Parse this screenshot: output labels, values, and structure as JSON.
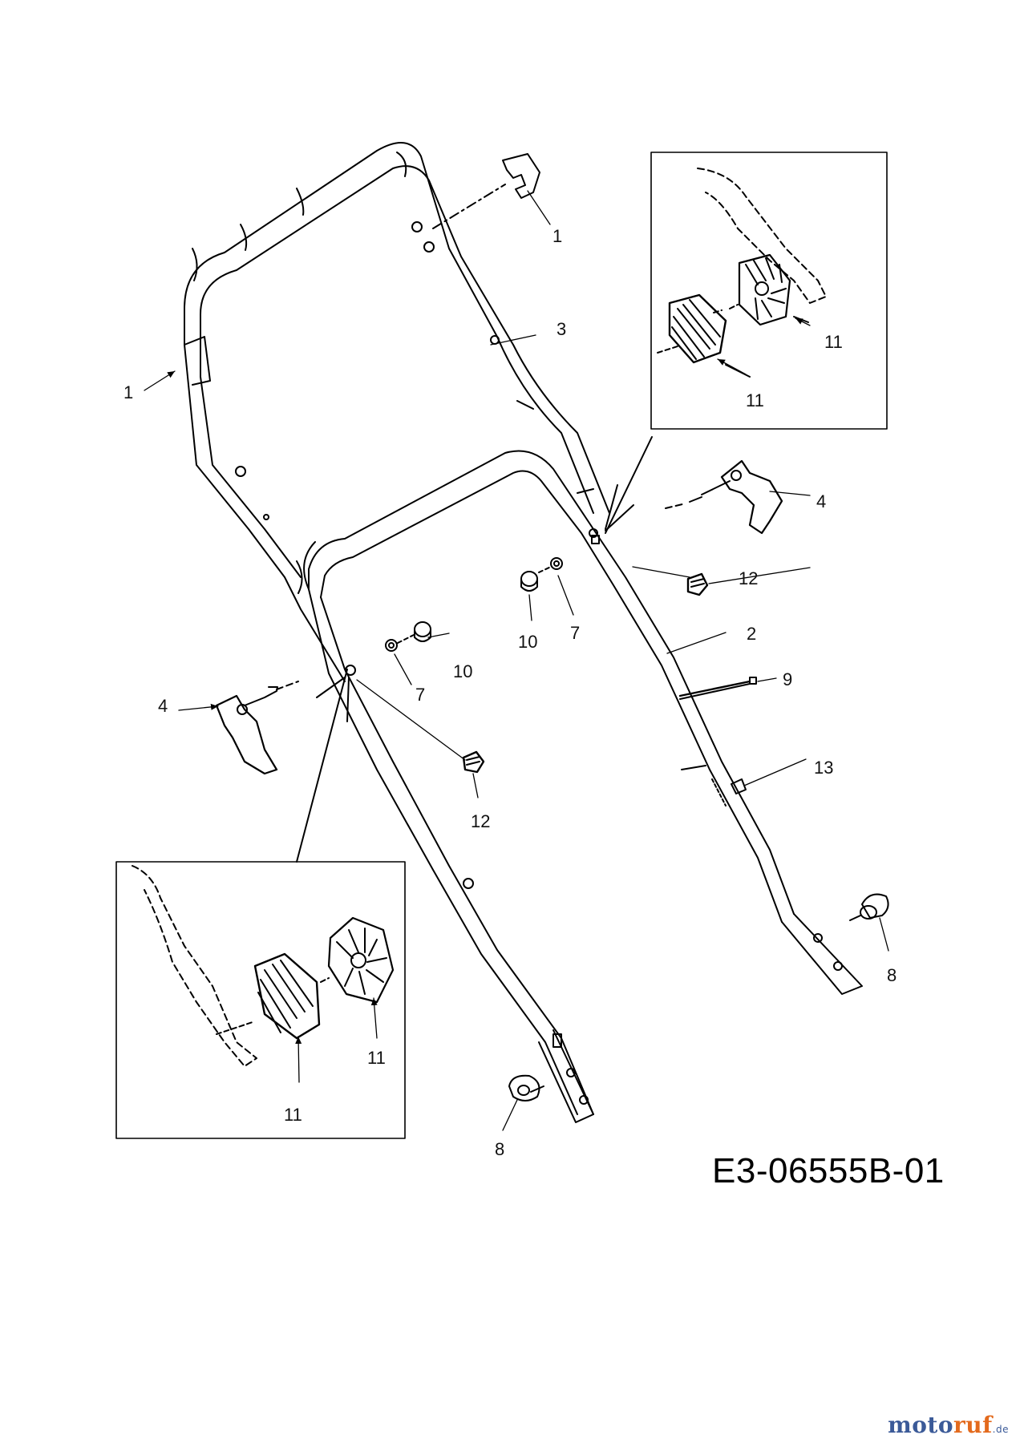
{
  "diagram": {
    "code": "E3-06555B-01",
    "watermark": {
      "part1": "moto",
      "part2": "ruf",
      "part3": ".de"
    },
    "callouts": {
      "c1_top": "1",
      "c1_left": "1",
      "c3": "3",
      "c2": "2",
      "c4_right": "4",
      "c4_left": "4",
      "c7_right": "7",
      "c7_left": "7",
      "c8_right": "8",
      "c8_bottom": "8",
      "c9": "9",
      "c10_right": "10",
      "c10_left": "10",
      "c11_top_a": "11",
      "c11_top_b": "11",
      "c11_bot_a": "11",
      "c11_bot_b": "11",
      "c12_right": "12",
      "c12_left": "12",
      "c13": "13"
    }
  }
}
